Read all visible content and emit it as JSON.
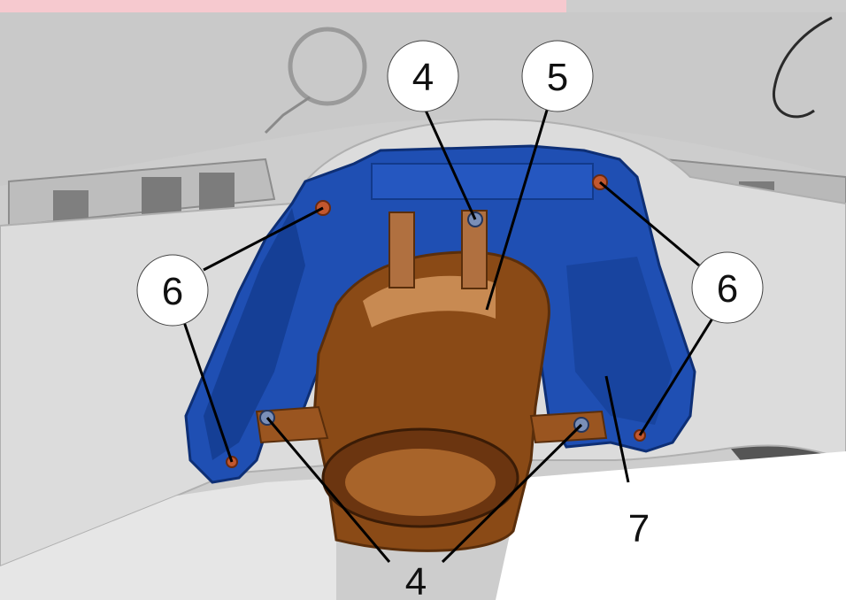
{
  "figure": {
    "colors": {
      "background_panel": "#cfcfcf",
      "bumper": "#dcdcdc",
      "bracket_blue": "#1f4fb3",
      "bracket_blue_dark": "#123a8c",
      "heat_shield": "#8a4a16",
      "heat_shield_light": "#c88a52",
      "bolt": "#c2572e",
      "top_banner": "#f6c9cf",
      "leader_line": "#000000",
      "callout_fill": "#ffffff"
    },
    "callouts": [
      {
        "id": "callout-4-top",
        "label": "4"
      },
      {
        "id": "callout-5",
        "label": "5"
      },
      {
        "id": "callout-6-left",
        "label": "6"
      },
      {
        "id": "callout-6-right",
        "label": "6"
      }
    ],
    "labels": {
      "label_7": "7",
      "label_4_bottom": "4"
    }
  }
}
